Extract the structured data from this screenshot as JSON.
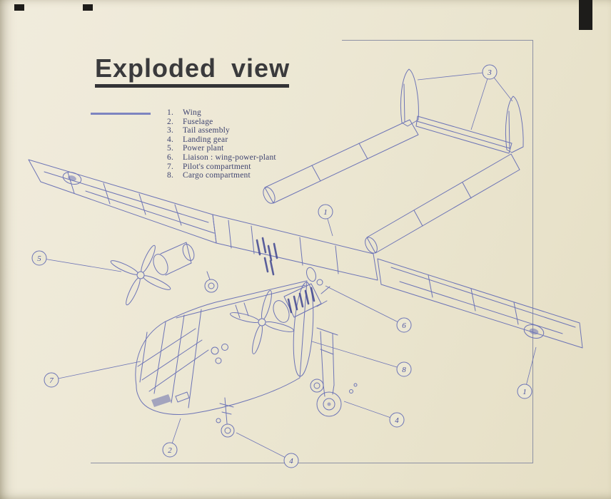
{
  "page": {
    "paper_color": "#ece8d4",
    "ink_color": "#6d74b6",
    "ink_dark_color": "#3f4590",
    "title_color": "#3a3a3c"
  },
  "title": {
    "text": "Exploded view"
  },
  "legend": {
    "items": [
      {
        "num": "1.",
        "label": "Wing"
      },
      {
        "num": "2.",
        "label": "Fuselage"
      },
      {
        "num": "3.",
        "label": "Tail assembly"
      },
      {
        "num": "4.",
        "label": "Landing gear"
      },
      {
        "num": "5.",
        "label": "Power plant"
      },
      {
        "num": "6.",
        "label": "Liaison : wing-power-plant"
      },
      {
        "num": "7.",
        "label": "Pilot's compartment"
      },
      {
        "num": "8.",
        "label": "Cargo compartment"
      }
    ]
  },
  "callouts": [
    "3",
    "1",
    "5",
    "6",
    "8",
    "7",
    "1",
    "4",
    "2",
    "4"
  ]
}
